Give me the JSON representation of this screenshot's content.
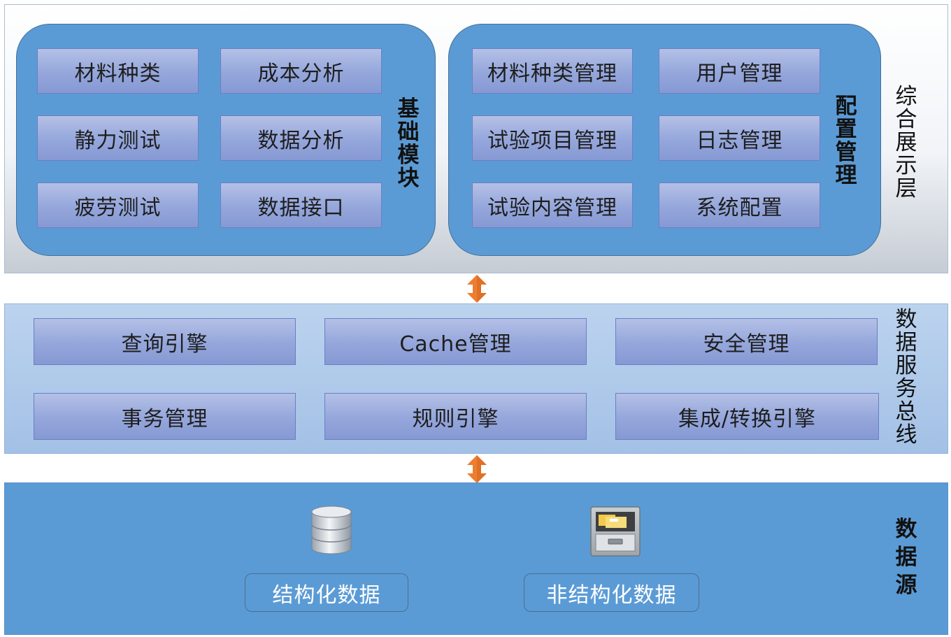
{
  "presentation_layer": {
    "label": "综合展示层",
    "base_module": {
      "label": "基础模块",
      "items": [
        "材料种类",
        "成本分析",
        "静力测试",
        "数据分析",
        "疲劳测试",
        "数据接口"
      ]
    },
    "config_management": {
      "label": "配置管理",
      "items": [
        "材料种类管理",
        "用户管理",
        "试验项目管理",
        "日志管理",
        "试验内容管理",
        "系统配置"
      ]
    }
  },
  "service_bus": {
    "label": "数据服务总线",
    "items": [
      "查询引擎",
      "Cache管理",
      "安全管理",
      "事务管理",
      "规则引擎",
      "集成/转换引擎"
    ]
  },
  "data_source": {
    "label": "数据源",
    "items": [
      {
        "label": "结构化数据",
        "icon": "database-icon"
      },
      {
        "label": "非结构化数据",
        "icon": "file-cabinet-icon"
      }
    ]
  },
  "colors": {
    "panel_blue": "#5b9bd5",
    "box_purple": "#94a6db",
    "arrow_orange": "#ed7d31"
  }
}
